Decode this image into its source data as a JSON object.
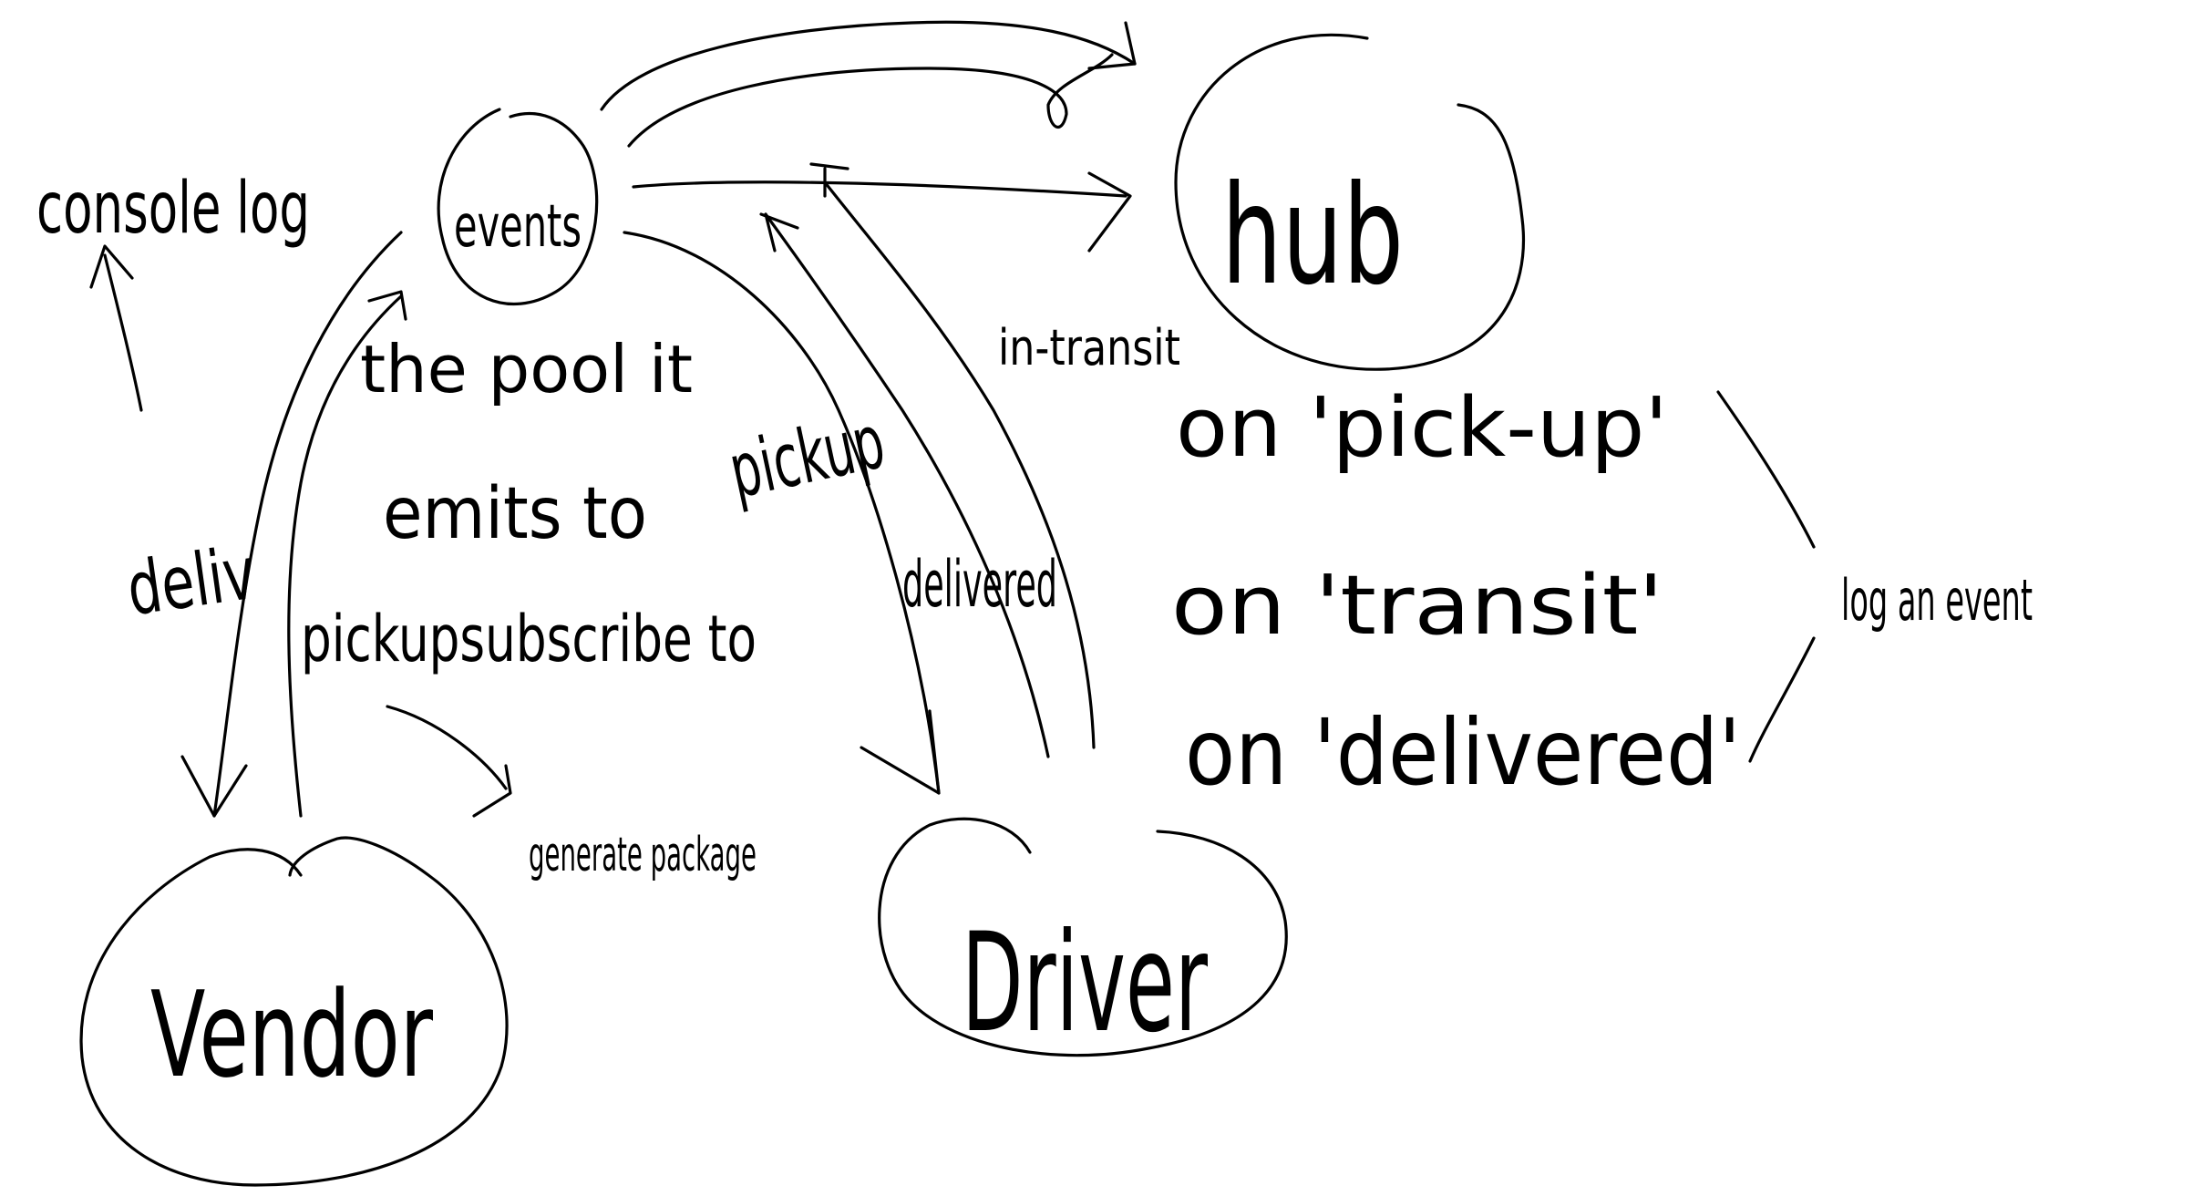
{
  "colors": {
    "ink": "#000000",
    "background": "#ffffff"
  },
  "nodes": {
    "events": "events",
    "hub": "hub",
    "vendor": "Vendor",
    "driver": "Driver"
  },
  "labels": {
    "console_log": "console log",
    "delivery": "deliv",
    "the_pool_it": "the pool it",
    "emits_to": "emits to",
    "pickup": "pickup",
    "pickup_subscribe": "pickupsubscribe to",
    "generate_package": "generate package",
    "delivered": "delivered",
    "in_transit": "in-transit",
    "on_pickup": "on 'pick-up'",
    "on_transit": "on 'transit'",
    "on_delivered": "on 'delivered'",
    "log_an_event": "log an event"
  }
}
